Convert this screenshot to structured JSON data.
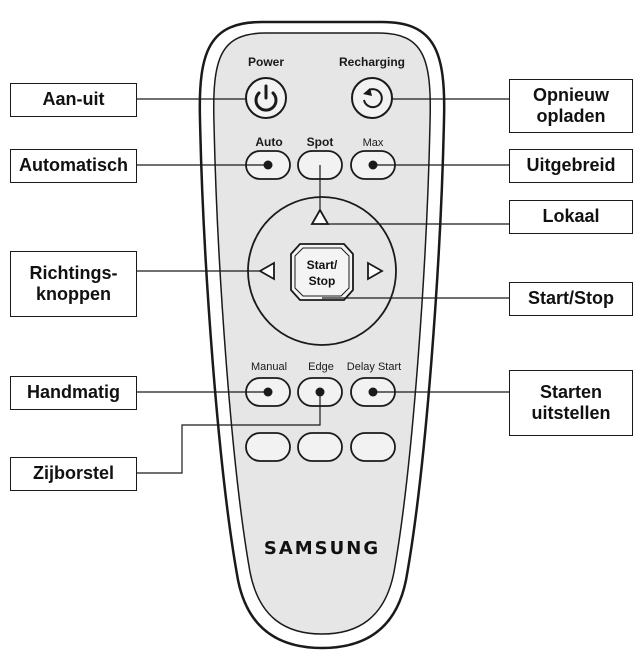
{
  "remote": {
    "brand": "SAMSUNG",
    "buttons": {
      "power": "Power",
      "recharging": "Recharging",
      "auto": "Auto",
      "spot": "Spot",
      "max": "Max",
      "start_stop_line1": "Start/",
      "start_stop_line2": "Stop",
      "manual": "Manual",
      "edge": "Edge",
      "delay_start": "Delay Start"
    },
    "colors": {
      "body": "#e6e6e6",
      "outline": "#1a1a1a",
      "button": "#f2f2f2"
    }
  },
  "callouts": {
    "aan_uit": "Aan-uit",
    "opnieuw_opladen_1": "Opnieuw",
    "opnieuw_opladen_2": "opladen",
    "automatisch": "Automatisch",
    "uitgebreid": "Uitgebreid",
    "lokaal": "Lokaal",
    "richtings_1": "Richtings-",
    "richtings_2": "knoppen",
    "start_stop": "Start/Stop",
    "handmatig": "Handmatig",
    "starten_1": "Starten",
    "starten_2": "uitstellen",
    "zijborstel": "Zijborstel"
  }
}
